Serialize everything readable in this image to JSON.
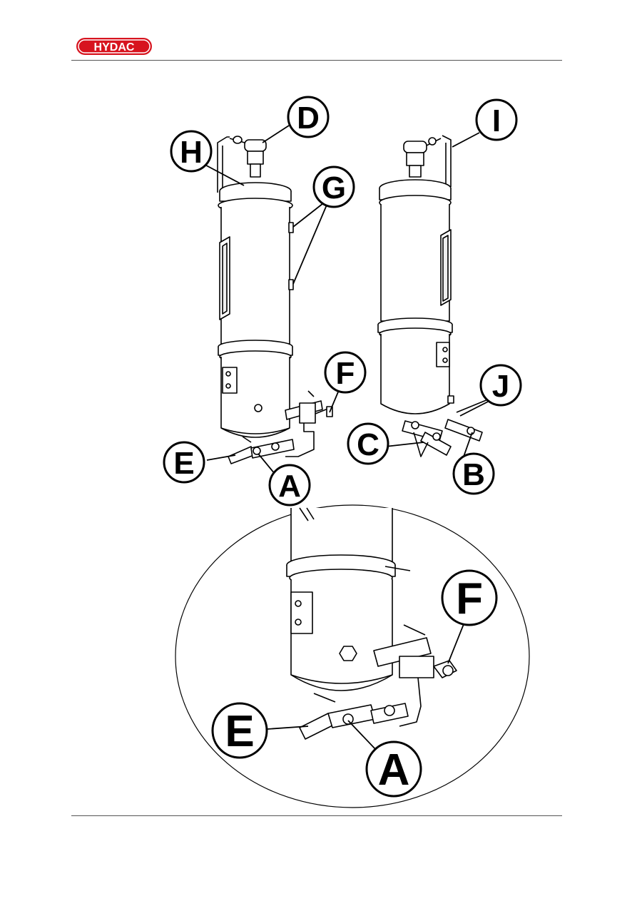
{
  "header": {
    "logo_text": "HYDAC",
    "logo_color": "#d7141f"
  },
  "figure": {
    "callouts_left_unit": [
      "D",
      "H",
      "G",
      "F",
      "E",
      "A"
    ],
    "callouts_right_unit": [
      "I",
      "J",
      "C",
      "B"
    ],
    "callouts_detail": [
      "F",
      "E",
      "A"
    ]
  }
}
